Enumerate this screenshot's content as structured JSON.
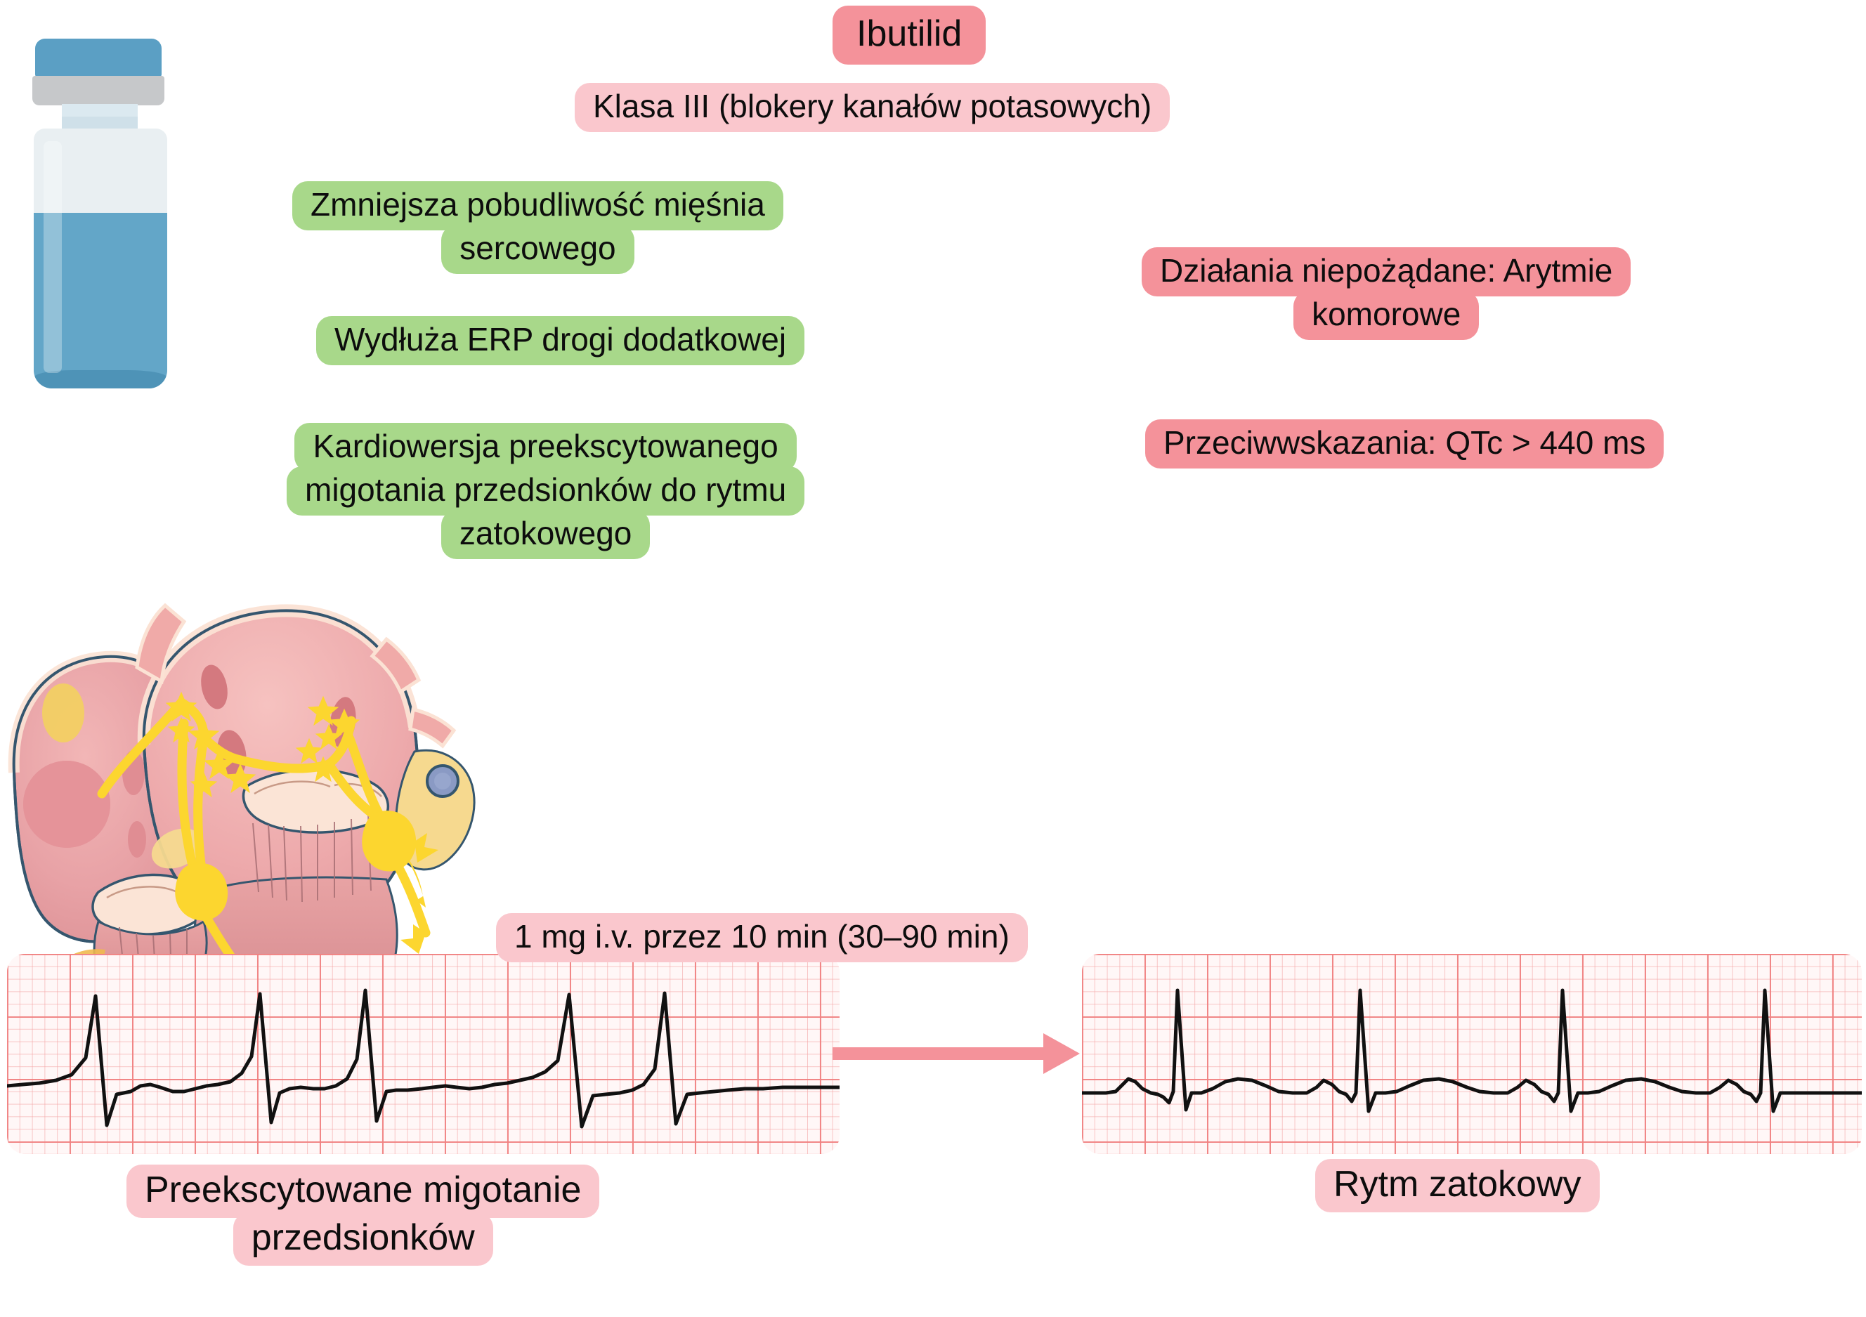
{
  "drug": {
    "name": "Ibutilid",
    "drug_class": "Klasa III (blokery kanałów potasowych)"
  },
  "colors": {
    "salmon": "#f4929a",
    "light_pink": "#fac7cd",
    "green": "#a8d88a",
    "vial_blue": "#5b9fc4",
    "ecg_grid": "#f08282",
    "arrow": "#f4929a"
  },
  "effects": {
    "items": [
      {
        "lines": [
          "Zmniejsza pobudliwość mięśnia",
          "sercowego"
        ]
      },
      {
        "lines": [
          "Wydłuża ERP drogi dodatkowej"
        ]
      },
      {
        "lines": [
          "Kardiowersja preekscytowanego",
          "migotania przedsionków do rytmu",
          "zatokowego"
        ]
      }
    ]
  },
  "warnings": {
    "items": [
      {
        "lines": [
          "Działania niepożądane: Arytmie",
          "komorowe"
        ]
      },
      {
        "lines": [
          "Przeciwwskazania: QTc > 440 ms"
        ]
      }
    ]
  },
  "dosing": {
    "lines": [
      "1 mg i.v. przez 10 min (30–90 min)"
    ]
  },
  "ecg": {
    "before": {
      "lines": [
        "Preekscytowane migotanie",
        "przedsionków"
      ]
    },
    "after": {
      "lines": [
        "Rytm zatokowy"
      ]
    }
  },
  "illustrations": {
    "vial": "drug-vial-icon",
    "heart": "heart-conduction-icon",
    "arrow": "right-arrow-icon"
  }
}
